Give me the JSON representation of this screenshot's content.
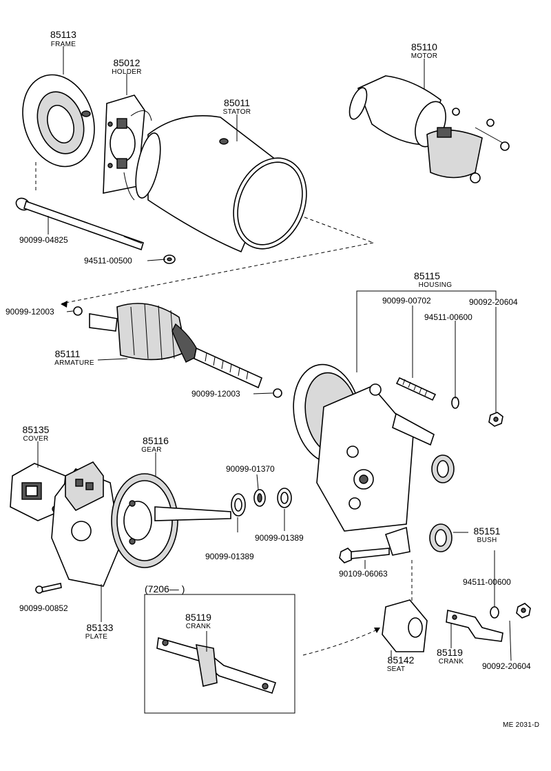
{
  "labels": {
    "frame": {
      "number": "85113",
      "name": "FRAME"
    },
    "holder": {
      "number": "85012",
      "name": "HOLDER"
    },
    "stator": {
      "number": "85011",
      "name": "STATOR"
    },
    "motor": {
      "number": "85110",
      "name": "MOTOR"
    },
    "bolt_long": "90099-04825",
    "washer_94511_00500": "94511-00500",
    "ball_left": "90099-12003",
    "armature": {
      "number": "85111",
      "name": "ARMATURE"
    },
    "ball_right": "90099-12003",
    "housing": {
      "number": "85115",
      "name": "HOUSING"
    },
    "stud": "90099-00702",
    "washer_94511_00600_top": "94511-00600",
    "nut_top": "90092-20604",
    "cover": {
      "number": "85135",
      "name": "COVER"
    },
    "gear": {
      "number": "85116",
      "name": "GEAR"
    },
    "washer_01370": "90099-01370",
    "washer_01389_right": "90099-01389",
    "washer_01389_left": "90099-01389",
    "bush": {
      "number": "85151",
      "name": "BUSH"
    },
    "bolt_06063": "90109-06063",
    "screw_00852": "90099-00852",
    "plate": {
      "number": "85133",
      "name": "PLATE"
    },
    "box_range": "(7206—       )",
    "crank_box": {
      "number": "85119",
      "name": "CRANK"
    },
    "washer_94511_00600_bottom": "94511-00600",
    "seat": {
      "number": "85142",
      "name": "SEAT"
    },
    "crank": {
      "number": "85119",
      "name": "CRANK"
    },
    "nut_bottom": "90092-20604",
    "drawing_code": "ME 2031-D"
  }
}
